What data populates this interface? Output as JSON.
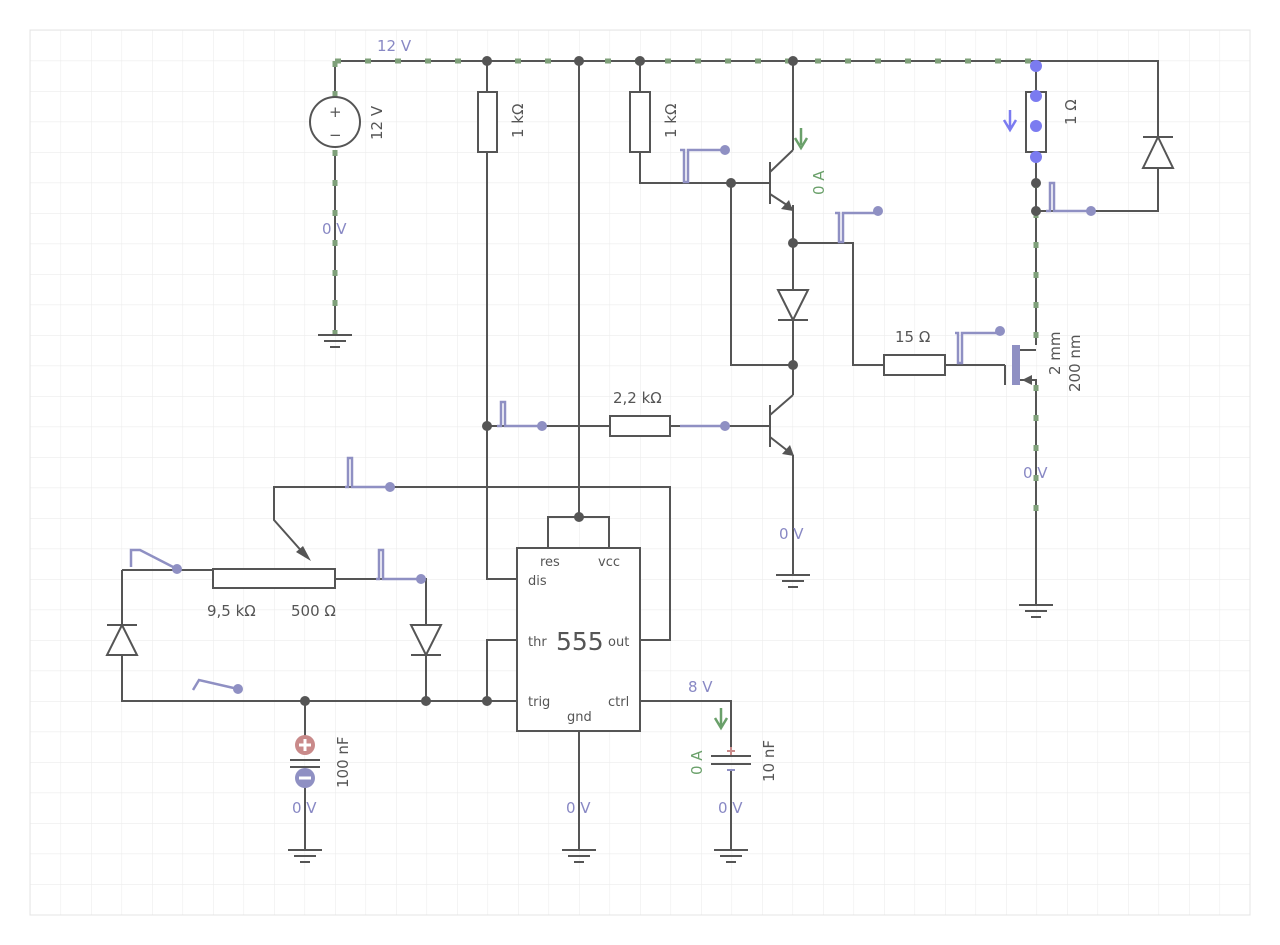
{
  "supply_net_voltage": "12 V",
  "voltage_source": {
    "value": "12 V",
    "plus": "+",
    "minus": "−"
  },
  "resistors": {
    "r_dis": "1 kΩ",
    "r_base": "1 kΩ",
    "r_sense": "1 Ω",
    "r_gate": "15 Ω",
    "r_timing": "2,2 kΩ"
  },
  "potentiometer": {
    "left_value": "9,5 kΩ",
    "right_value": "500 Ω"
  },
  "timer": {
    "name": "555",
    "pins": {
      "res": "res",
      "vcc": "vcc",
      "dis": "dis",
      "thr": "thr",
      "out": "out",
      "trig": "trig",
      "ctrl": "ctrl",
      "gnd": "gnd"
    }
  },
  "capacitors": {
    "c_timing": "100 nF",
    "c_ctrl": "10 nF"
  },
  "mosfet": {
    "width": "2 mm",
    "length": "200 nm"
  },
  "voltage_labels": {
    "source_neg": "0 V",
    "mosfet_drain": "0 V",
    "emitter": "0 V",
    "c_timing": "0 V",
    "timer_gnd": "0 V",
    "c_ctrl": "0 V",
    "ctrl": "8 V"
  },
  "current_labels": {
    "q1": "0 A",
    "c_ctrl": "0 A"
  },
  "colors": {
    "wire": "#555555",
    "live_wire": "#7fa07a",
    "probe": "#8f90c3",
    "grid": "#ececec",
    "current": "#6aa06a"
  }
}
